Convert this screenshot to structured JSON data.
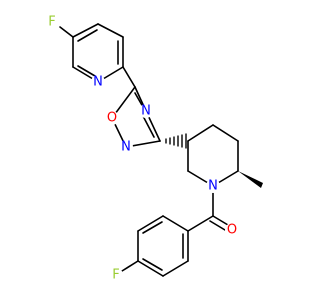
{
  "molecule": {
    "atoms": {
      "F1": "F",
      "N_pyridine": "N",
      "O_oxadiazole": "O",
      "N_oxadiazole_right": "N",
      "N_oxadiazole_left": "N",
      "N_piperidine": "N",
      "O_carbonyl": "O",
      "F2": "F"
    }
  },
  "colors": {
    "fluorine": "#9acd32",
    "nitrogen": "#0000ff",
    "oxygen": "#ff0000",
    "bond": "#000000",
    "background": "#ffffff"
  }
}
